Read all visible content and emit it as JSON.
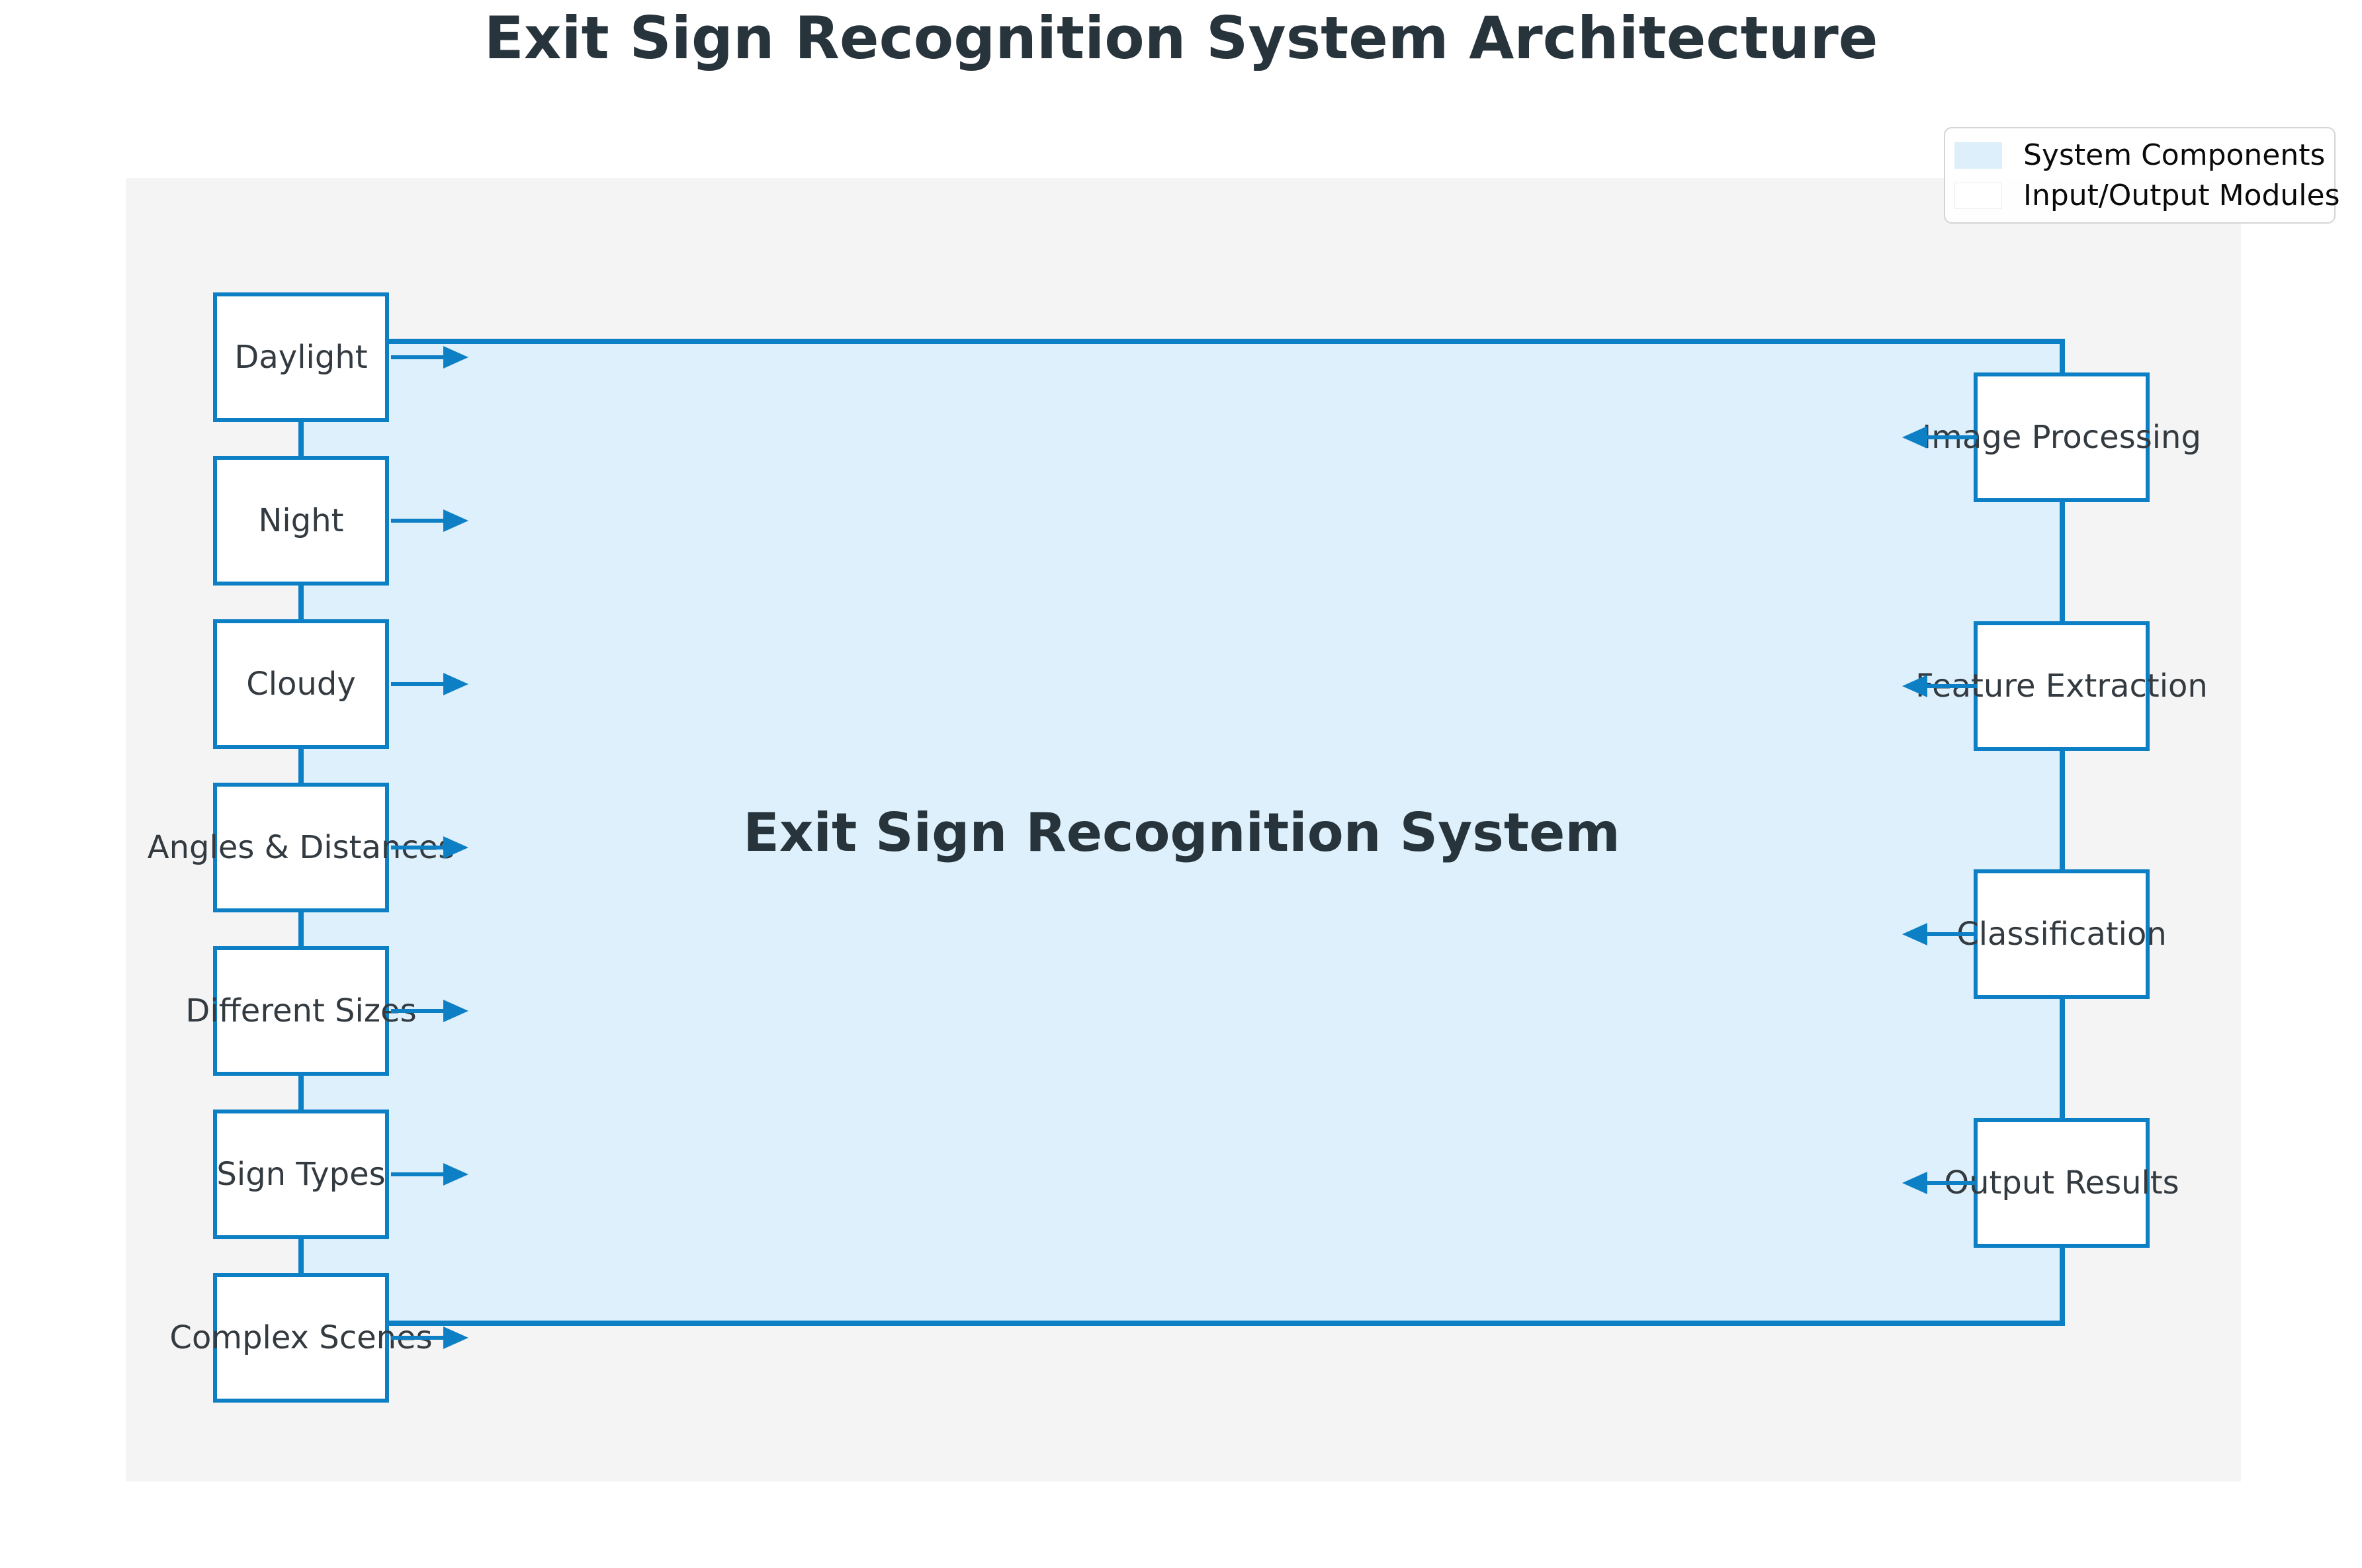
{
  "figure_title": "Exit Sign Recognition System Architecture",
  "system_box": {
    "label": "Exit Sign Recognition System"
  },
  "input_nodes": [
    {
      "label": "Daylight"
    },
    {
      "label": "Night"
    },
    {
      "label": "Cloudy"
    },
    {
      "label": "Angles & Distances"
    },
    {
      "label": "Different Sizes"
    },
    {
      "label": "Sign Types"
    },
    {
      "label": "Complex Scenes"
    }
  ],
  "output_nodes": [
    {
      "label": "Image Processing"
    },
    {
      "label": "Feature Extraction"
    },
    {
      "label": "Classification"
    },
    {
      "label": "Output Results"
    }
  ],
  "legend": {
    "items": [
      {
        "label": "System Components",
        "swatch": "#dceffa"
      },
      {
        "label": "Input/Output Modules",
        "swatch": "#ffffff"
      }
    ]
  },
  "colors": {
    "accent_blue": "#0d80c5",
    "system_fill": "#ddf0fb",
    "panel_gray": "#f4f4f4",
    "title_text": "#28343c",
    "label_text": "#333a40"
  }
}
